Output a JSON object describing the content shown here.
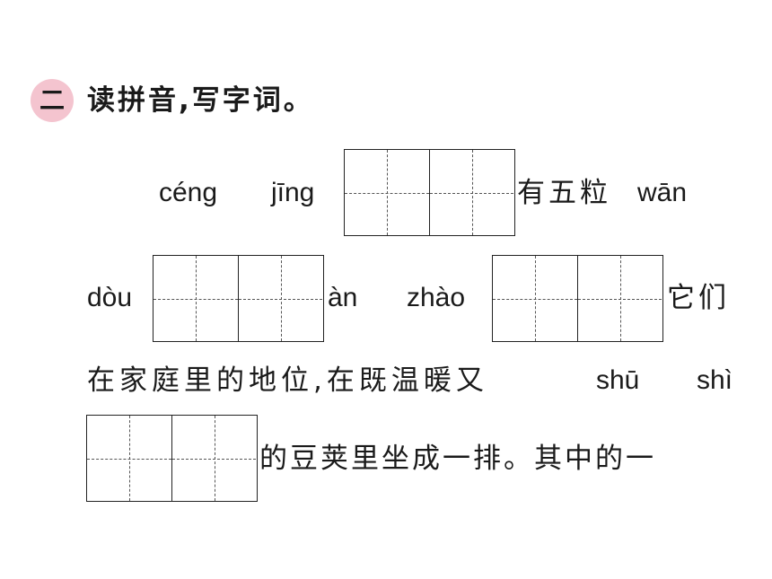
{
  "header": {
    "section_number": "二",
    "title": "读拼音,写字词。",
    "badge_color": "#f4c4cf"
  },
  "line1": {
    "pinyin_1": "céng",
    "pinyin_2": "jīng",
    "text_after_box": "有五粒",
    "pinyin_3": "wān"
  },
  "line2": {
    "pinyin_1": "dòu",
    "pinyin_2": "àn",
    "pinyin_3": "zhào",
    "text_after_box": "它们"
  },
  "line3": {
    "text": "在家庭里的地位,在既温暖又",
    "pinyin_1": "shū",
    "pinyin_2": "shì"
  },
  "line4": {
    "text_after_box": "的豆荚里坐成一排。其中的一"
  }
}
